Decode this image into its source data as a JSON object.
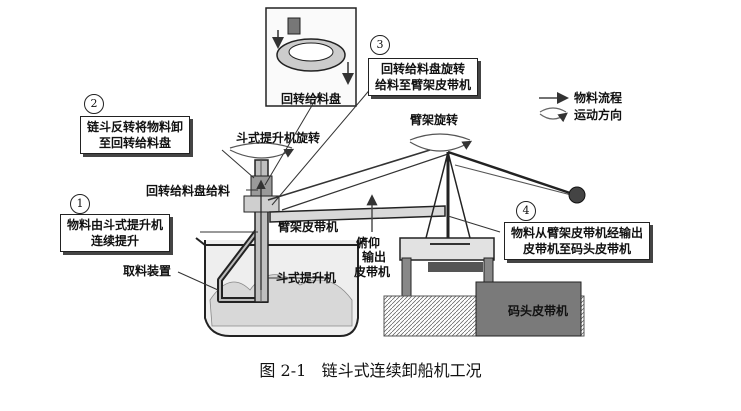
{
  "inset": {
    "label": "回转给料盘"
  },
  "callouts": {
    "c1": {
      "num": "1",
      "text": "物料由斗式提升机\n连续提升"
    },
    "c2": {
      "num": "2",
      "text": "链斗反转将物料卸\n至回转给料盘"
    },
    "c3": {
      "num": "3",
      "text": "回转给料盘旋转\n给料至臂架皮带机"
    },
    "c4": {
      "num": "4",
      "text": "物料从臂架皮带机经输出\n皮带机至码头皮带机"
    }
  },
  "labels": {
    "elevator_rotate": "斗式提升机旋转",
    "feeder": "回转给料盘给料",
    "boom_belt": "臂架皮带机",
    "luffing": "俯仰",
    "reclaim": "取料装置",
    "elevator": "斗式提升机",
    "output_belt_1": "输出",
    "output_belt_2": "皮带机",
    "quay_belt": "码头皮带机",
    "boom_rotate": "臂架旋转"
  },
  "legend": {
    "flow": "物料流程",
    "motion": "运动方向"
  },
  "caption": {
    "fig": "图 2-1",
    "title": "链斗式连续卸船机工况"
  }
}
